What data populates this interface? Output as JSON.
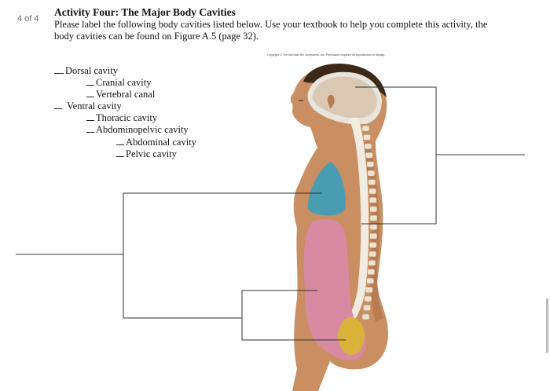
{
  "page_counter": "4 of 4",
  "title": "Activity Four: The Major Body Cavities",
  "instructions": "Please label the following body cavities listed below.  Use your textbook to help you complete this activity, the body cavities can be found on Figure A.5 (page 32).",
  "copyright": "Copyright © The McGraw-Hill Companies, Inc. Permission required for reproduction or display.",
  "cavities": [
    {
      "label": "Dorsal cavity",
      "level": 0
    },
    {
      "label": "Cranial cavity",
      "level": 1
    },
    {
      "label": "Vertebral canal",
      "level": 1
    },
    {
      "label": "Ventral cavity",
      "level": 0
    },
    {
      "label": "Thoracic cavity",
      "level": 1
    },
    {
      "label": "Abdominopelvic cavity",
      "level": 1
    },
    {
      "label": "Abdominal cavity",
      "level": 2
    },
    {
      "label": "Pelvic cavity",
      "level": 2
    }
  ],
  "colors": {
    "skin": "#c98e62",
    "skin_shadow": "#a86d45",
    "hair": "#3a2818",
    "brain": "#d9c9b4",
    "cranial_cavity": "#e9e5dc",
    "spine": "#f2ebe0",
    "thoracic": "#4a9db0",
    "abdominopelvic": "#d98aa3",
    "pelvic": "#d9b23a",
    "leader_line": "#333333"
  }
}
